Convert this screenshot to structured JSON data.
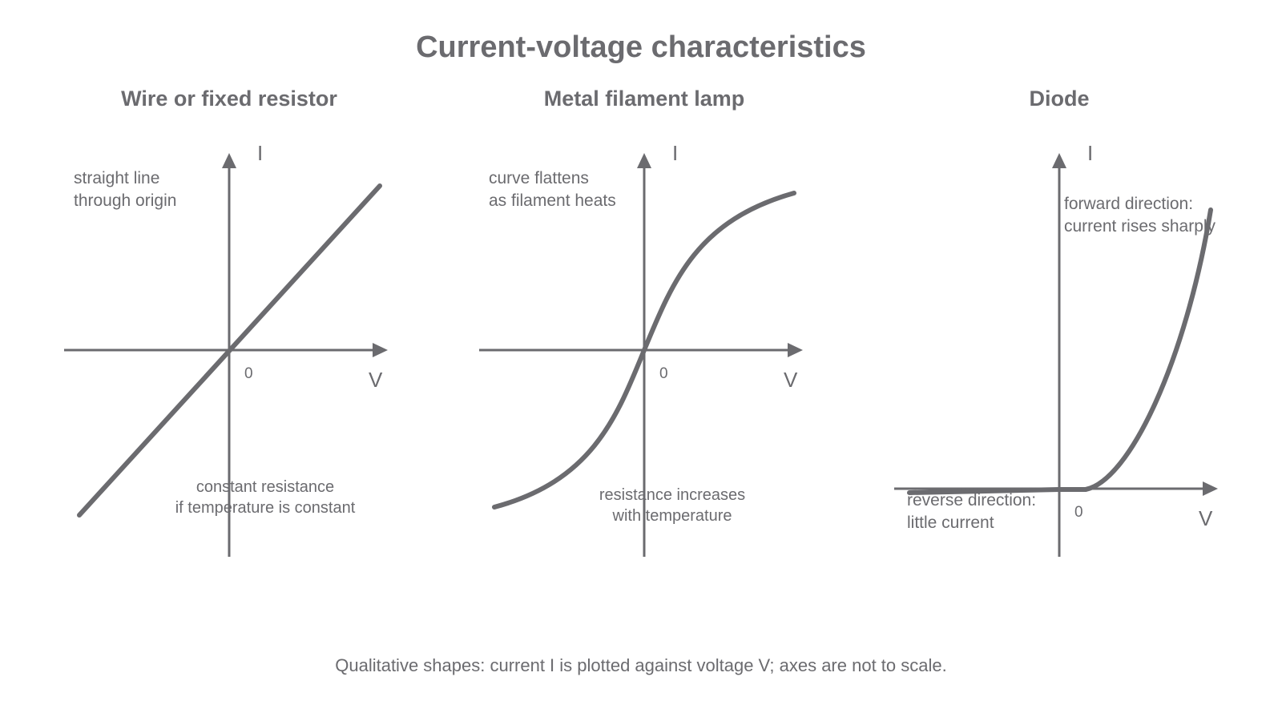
{
  "title": "Current-voltage characteristics",
  "footnote": "Qualitative shapes: current I is plotted against voltage V; axes are not to scale.",
  "colors": {
    "ink": "#6b6b6f",
    "background": "#ffffff"
  },
  "panels": [
    {
      "title": "Wire or fixed resistor",
      "curve": "straight line through origin",
      "axis_y": "I",
      "axis_x": "V",
      "origin": "0",
      "note_top": [
        "straight line",
        "through origin"
      ],
      "note_bottom": [
        "constant resistance",
        "if temperature is constant"
      ]
    },
    {
      "title": "Metal filament lamp",
      "curve": "s-curve through origin",
      "axis_y": "I",
      "axis_x": "V",
      "origin": "0",
      "note_top": [
        "curve flattens",
        "as filament heats"
      ],
      "note_bottom": [
        "resistance increases",
        "with temperature"
      ]
    },
    {
      "title": "Diode",
      "curve": "exponential forward rise",
      "axis_y": "I",
      "axis_x": "V",
      "origin": "0",
      "note_top": [
        "forward direction:",
        "current rises sharply"
      ],
      "note_bottom": [
        "reverse direction:",
        "little current"
      ]
    }
  ]
}
